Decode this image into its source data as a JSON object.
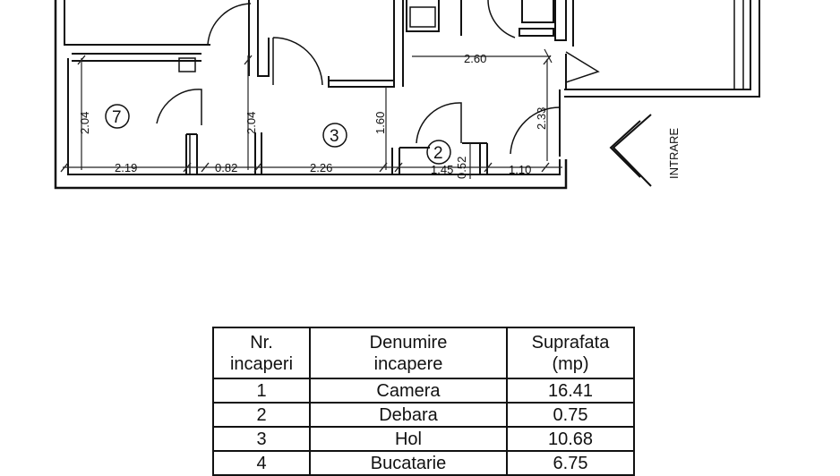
{
  "entrance_label": "INTRARE",
  "room_markers": [
    "7",
    "3",
    "2"
  ],
  "dimensions": {
    "d_260": "2.60",
    "d_204_left": "2.04",
    "d_204_mid": "2.04",
    "d_160": "1.60",
    "d_233": "2.33",
    "d_219": "2.19",
    "d_082": "0.82",
    "d_226": "2.26",
    "d_145": "1.45",
    "d_052": "0.52",
    "d_110": "1.10"
  },
  "table": {
    "headers": [
      {
        "line1": "Nr.",
        "line2": "incaperi"
      },
      {
        "line1": "Denumire",
        "line2": "incapere"
      },
      {
        "line1": "Suprafata",
        "line2": "(mp)"
      }
    ],
    "rows": [
      {
        "nr": "1",
        "name": "Camera",
        "area": "16.41"
      },
      {
        "nr": "2",
        "name": "Debara",
        "area": "0.75"
      },
      {
        "nr": "3",
        "name": "Hol",
        "area": "10.68"
      },
      {
        "nr": "4",
        "name": "Bucatarie",
        "area": "6.75"
      }
    ]
  },
  "colors": {
    "ink": "#111111",
    "paper": "#ffffff"
  }
}
